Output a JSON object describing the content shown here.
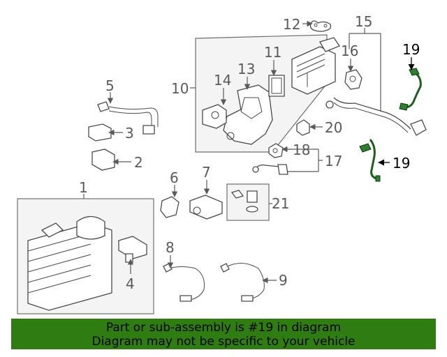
{
  "callouts": {
    "n1": "1",
    "n2": "2",
    "n3": "3",
    "n4": "4",
    "n5": "5",
    "n6": "6",
    "n7": "7",
    "n8": "8",
    "n9": "9",
    "n10": "10",
    "n11": "11",
    "n12": "12",
    "n13": "13",
    "n14": "14",
    "n15": "15",
    "n16": "16",
    "n17": "17",
    "n18": "18",
    "n19a": "19",
    "n19b": "19",
    "n20": "20",
    "n21": "21"
  },
  "banner": {
    "line1": "Part or sub-assembly is #19 in diagram",
    "line2": "Diagram may not be specific to your vehicle"
  },
  "colors": {
    "banner_bg": "#2f7d12",
    "highlight": "#2e7d32"
  }
}
